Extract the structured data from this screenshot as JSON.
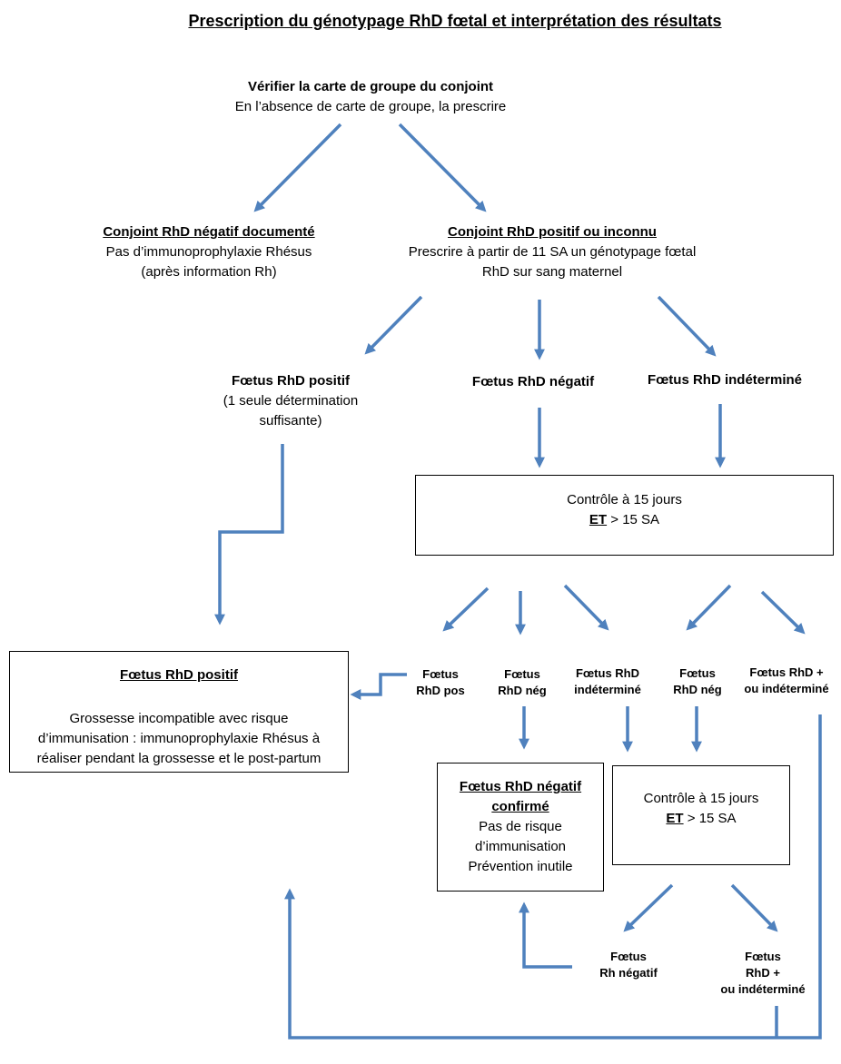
{
  "title": "Prescription du génotypage RhD fœtal et interprétation des résultats",
  "colors": {
    "arrow": "#4f81bd",
    "box_border": "#000000"
  },
  "top": {
    "heading": "Vérifier la carte de groupe du conjoint",
    "text": "En l’absence de carte de groupe, la prescrire"
  },
  "conjoint_negatif": {
    "heading": "Conjoint RhD négatif documenté",
    "line1": "Pas d’immunoprophylaxie Rhésus",
    "line2": "(après information Rh)"
  },
  "conjoint_positif": {
    "heading": "Conjoint RhD positif ou inconnu",
    "line1": "Prescrire à partir de 11 SA un génotypage fœtal",
    "line2": "RhD sur sang maternel"
  },
  "foetus_positif": {
    "heading": "Fœtus RhD positif",
    "line1": "(1 seule détermination",
    "line2": "suffisante)"
  },
  "foetus_negatif": {
    "heading": "Fœtus RhD négatif"
  },
  "foetus_indetermine": {
    "heading": "Fœtus RhD indéterminé"
  },
  "controle1": {
    "line1": "Contrôle à 15 jours",
    "et": "ET",
    "rest": " > 15 SA"
  },
  "results1": [
    {
      "line1": "Fœtus",
      "line2": "RhD pos"
    },
    {
      "line1": "Fœtus",
      "line2": "RhD nég"
    },
    {
      "line1": "Fœtus RhD",
      "line2": "indéterminé"
    },
    {
      "line1": "Fœtus",
      "line2": "RhD nég"
    },
    {
      "line1": "Fœtus RhD +",
      "line2": "ou indéterminé"
    }
  ],
  "box_positif": {
    "heading": "Fœtus RhD positif",
    "line1": "Grossesse incompatible avec risque",
    "line2": "d’immunisation : immunoprophylaxie Rhésus à",
    "line3": "réaliser pendant la grossesse et le post-partum"
  },
  "box_negatif": {
    "heading1": "Fœtus RhD négatif",
    "heading2": "confirmé",
    "line1": "Pas de risque",
    "line2": "d’immunisation",
    "line3": "Prévention inutile"
  },
  "controle2": {
    "line1": "Contrôle à 15 jours",
    "et": "ET",
    "rest": " > 15 SA"
  },
  "results2": [
    {
      "line1": "Fœtus",
      "line2": "Rh négatif"
    },
    {
      "line1": "Fœtus",
      "line2": "RhD +",
      "line3": "ou indéterminé"
    }
  ]
}
